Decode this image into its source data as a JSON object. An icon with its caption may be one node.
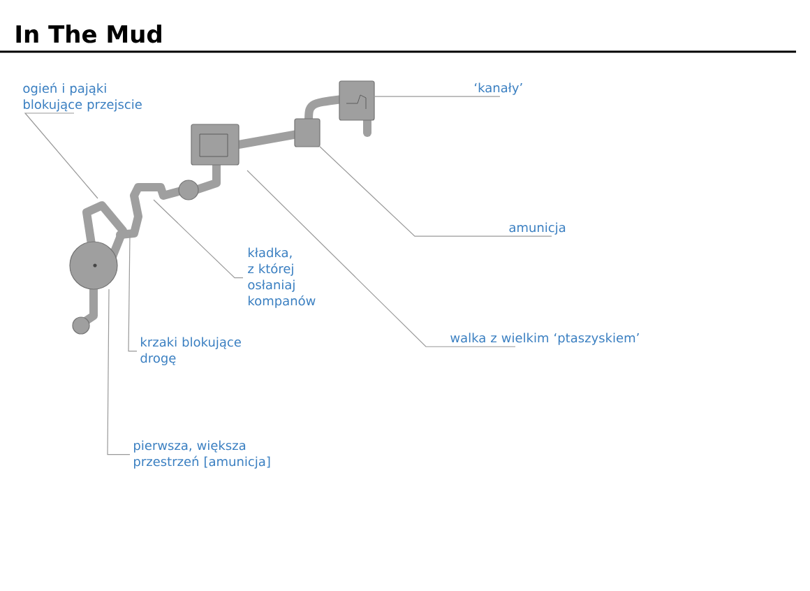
{
  "diagram": {
    "title": "In The Mud",
    "nodes": [
      {
        "text": [
          "ogień i pająki blokujące przejscie"
        ]
      },
      {
        "text": [
          "‘kanały’"
        ]
      },
      {
        "text": [
          "amunicja"
        ]
      },
      {
        "text": [
          "kładka, z której osłaniaj kompanów"
        ]
      },
      {
        "text": [
          "walka z wielkim ‘ptaszyskiem’"
        ]
      },
      {
        "text": [
          "krzaki blokujące drogę"
        ]
      },
      {
        "text": [
          "pierwsza, większa przestrzeń [amunicja]"
        ]
      }
    ],
    "edges": [
      {
        "from": 0,
        "to": null,
        "arrow": "none"
      },
      {
        "from": 1,
        "to": null,
        "arrow": "none"
      },
      {
        "from": 2,
        "to": null,
        "arrow": "none"
      },
      {
        "from": 3,
        "to": null,
        "arrow": "none"
      },
      {
        "from": 4,
        "to": null,
        "arrow": "none"
      },
      {
        "from": 5,
        "to": null,
        "arrow": "none"
      },
      {
        "from": 6,
        "to": null,
        "arrow": "none"
      }
    ]
  }
}
